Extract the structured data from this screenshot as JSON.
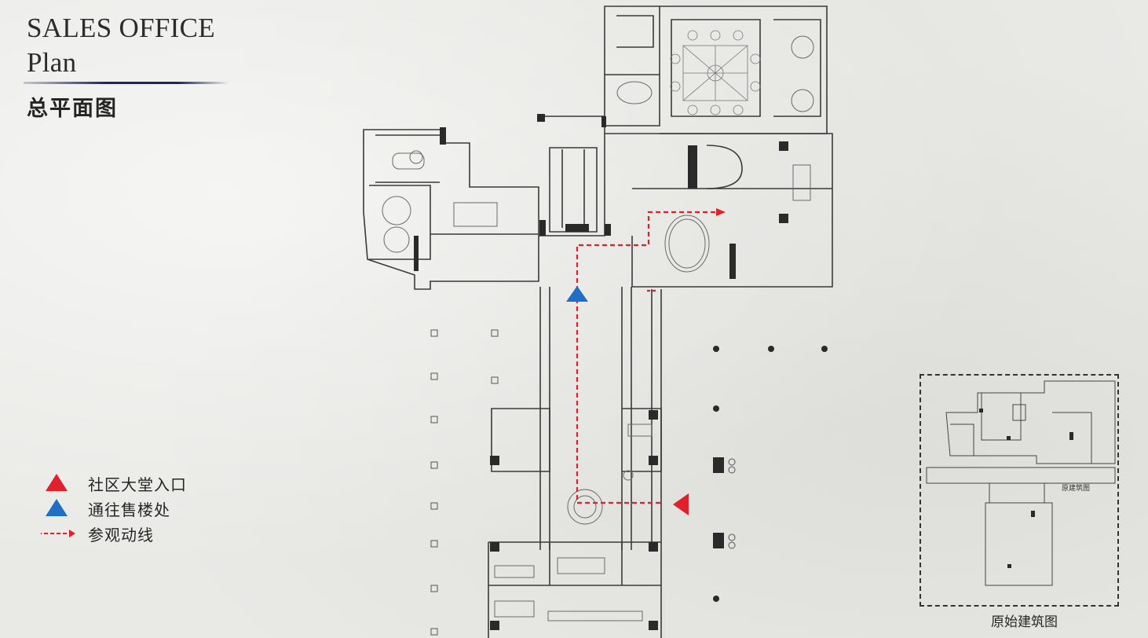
{
  "title": {
    "english_line1": "SALES OFFICE",
    "english_line2": "Plan",
    "chinese": "总平面图"
  },
  "legend": [
    {
      "icon": "red-triangle-icon",
      "color": "#e0202a",
      "label": "社区大堂入口"
    },
    {
      "icon": "blue-triangle-icon",
      "color": "#1f6fc4",
      "label": "通往售楼处"
    },
    {
      "icon": "red-dashed-arrow-icon",
      "color": "#e0202a",
      "label": "参观动线"
    }
  ],
  "inset": {
    "caption": "原始建筑图",
    "label": "原建筑图"
  },
  "colors": {
    "background": "#e9e9e6",
    "wall": "#2a2a2a",
    "route": "#e0202a",
    "entry_red": "#e0202a",
    "entry_blue": "#1f6fc4",
    "title_rule": "#23274a"
  }
}
